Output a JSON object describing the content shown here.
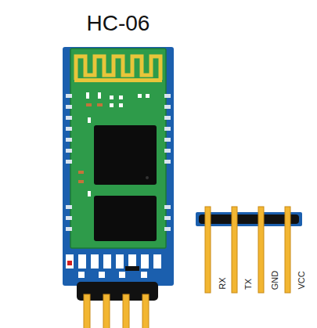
{
  "diagram": {
    "title": "HC-06",
    "labels": [
      "RX",
      "TX",
      "GND",
      "VCC"
    ]
  }
}
